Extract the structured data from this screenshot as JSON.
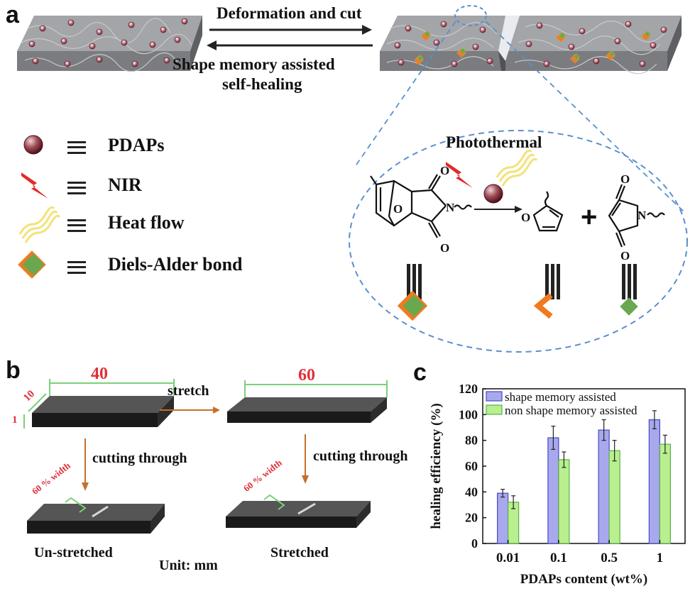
{
  "panel_a": {
    "letter": "a",
    "forward_label": "Deformation and cut",
    "reverse_label_line1": "Shape memory assisted",
    "reverse_label_line2": "self-healing",
    "photothermal_label": "Photothermal",
    "plus_sign": "+",
    "legend": [
      {
        "icon": "pdap-sphere-icon",
        "label": "PDAPs"
      },
      {
        "icon": "nir-lightning-icon",
        "label": "NIR"
      },
      {
        "icon": "heat-flow-icon",
        "label": "Heat flow"
      },
      {
        "icon": "diels-alder-bond-icon",
        "label": "Diels-Alder bond"
      }
    ],
    "colors": {
      "slab": "#8a8c90",
      "pdap": "#c07080",
      "orange": "#f07a20",
      "green": "#6aa84f",
      "nir": "#e52a2a",
      "heat": "#f3e27a",
      "dash": "#5a8fcf"
    }
  },
  "panel_b": {
    "letter": "b",
    "length_unstretched": "40",
    "length_stretched": "60",
    "width_label": "10",
    "thickness_label": "1",
    "stretch_label": "stretch",
    "cutting_label_left": "cutting through",
    "cutting_label_right": "cutting through",
    "cut_width_label": "60 % width",
    "caption_left": "Un-stretched",
    "caption_right": "Stretched",
    "unit_label": "Unit: mm"
  },
  "panel_c": {
    "letter": "c",
    "chart_data": {
      "type": "bar",
      "categories": [
        "0.01",
        "0.1",
        "0.5",
        "1"
      ],
      "series": [
        {
          "name": "shape memory assisted",
          "values": [
            39,
            82,
            88,
            96
          ],
          "errors": [
            3,
            9,
            8,
            7
          ],
          "color": "#a8a8ee",
          "edge": "#4a4ac0"
        },
        {
          "name": "non shape memory assisted",
          "values": [
            32,
            65,
            72,
            77
          ],
          "errors": [
            5,
            6,
            8,
            7
          ],
          "color": "#b9ef8f",
          "edge": "#58b048"
        }
      ],
      "xlabel": "PDAPs content (wt%)",
      "ylabel": "healing efficiency (%)",
      "ylim": [
        0,
        120
      ],
      "yticks": [
        "0",
        "20",
        "40",
        "60",
        "80",
        "100",
        "120"
      ],
      "legend_position": "top-left",
      "grid": false
    }
  }
}
